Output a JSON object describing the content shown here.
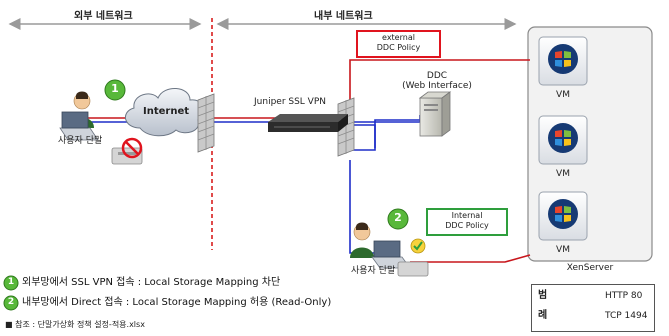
{
  "zones": {
    "outer_network": "외부 네트워크",
    "inner_network": "내부 네트워크"
  },
  "nodes": {
    "internet": "Internet",
    "user_terminal_external": "사용자 단말",
    "user_terminal_internal": "사용자 단말",
    "ssl_vpn": "Juniper SSL VPN",
    "ddc_title": "DDC",
    "ddc_subtitle": "(Web Interface)",
    "vm_label": "VM",
    "xenserver": "XenServer"
  },
  "policies": {
    "external_line1": "external",
    "external_line2": "DDC Policy",
    "internal_line1": "Internal",
    "internal_line2": "DDC Policy"
  },
  "badges": {
    "one": "1",
    "two": "2"
  },
  "notes": {
    "note1": "외부망에서 SSL VPN 접속 : Local Storage Mapping 차단",
    "note2": "내부망에서 Direct 접속 : Local Storage Mapping 허용 (Read-Only)",
    "reference": "■ 참조 : 단말가상화 정책 설정-적용.xlsx"
  },
  "legend": {
    "title_line1": "범",
    "title_line2": "례",
    "http": "HTTP 80",
    "tcp": "TCP 1494"
  },
  "colors": {
    "http_line": "#1f2ec9",
    "tcp_line": "#c8161c",
    "external_box": "#e0141e",
    "internal_box": "#2e9e3c",
    "badge_green": "#58b83a",
    "divider": "#d81e1e"
  }
}
